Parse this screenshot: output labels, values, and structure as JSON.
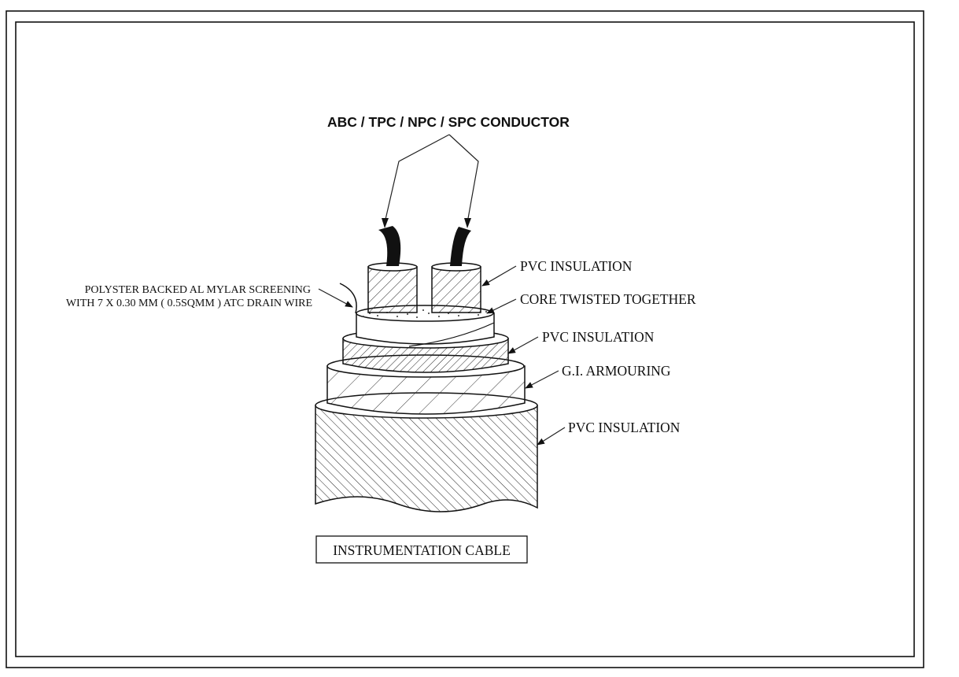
{
  "diagram": {
    "conductor_label": "ABC / TPC / NPC / SPC CONDUCTOR",
    "screen_label_line1": "POLYSTER BACKED AL MYLAR SCREENING",
    "screen_label_line2": "WITH 7 X 0.30 MM ( 0.5SQMM ) ATC DRAIN WIRE",
    "core_insulation_label": "PVC INSULATION",
    "twisted_label": "CORE TWISTED TOGETHER",
    "inner_sheath_label": "PVC INSULATION",
    "armour_label": "G.I. ARMOURING",
    "outer_sheath_label": "PVC INSULATION",
    "title": "INSTRUMENTATION CABLE"
  },
  "colors": {
    "ink": "#111111",
    "paper": "#ffffff"
  }
}
